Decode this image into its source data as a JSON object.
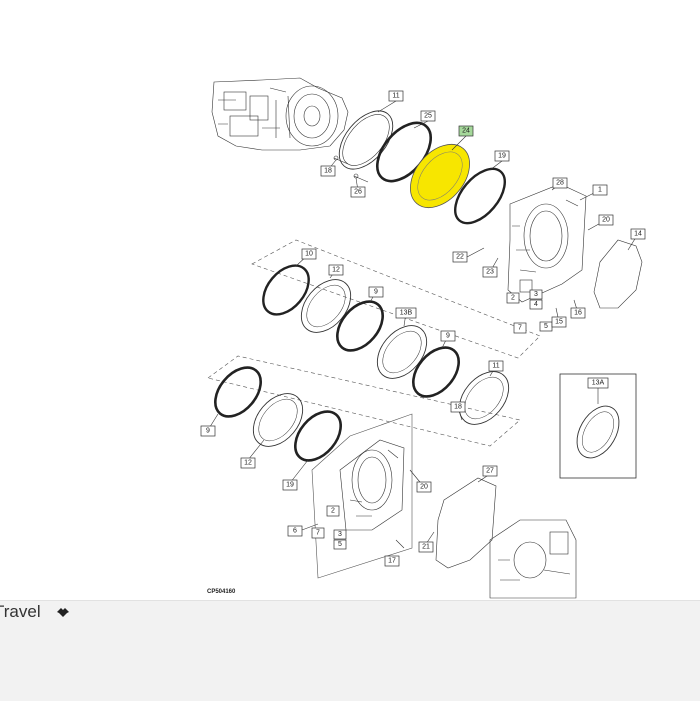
{
  "diagram": {
    "code": "CP504160",
    "labels": {
      "l11a": "11",
      "l25": "25",
      "l24": "24",
      "l19a": "19",
      "l18": "18",
      "l26": "26",
      "l28": "28",
      "l1": "1",
      "l20a": "20",
      "l14": "14",
      "l22": "22",
      "l23": "23",
      "l2a": "2",
      "l3a": "3",
      "l4a": "4",
      "l5a": "5",
      "l7a": "7",
      "l15": "15",
      "l16": "16",
      "l10": "10",
      "l12a": "12",
      "l9a": "9",
      "l13b": "13B",
      "l9b": "9",
      "l11b": "11",
      "l9c": "9",
      "l12b": "12",
      "l18b": "18",
      "l19b": "19",
      "l13a": "13A",
      "l27": "27",
      "l20b": "20",
      "l6": "6",
      "l7b": "7",
      "l2b": "2",
      "l3b": "3",
      "l5b": "5",
      "l21": "21",
      "l17": "17"
    },
    "highlight_color": "#f7e600",
    "highlight_label_color": "#a5d89a"
  },
  "footer": {
    "travel_label": "Travel"
  }
}
